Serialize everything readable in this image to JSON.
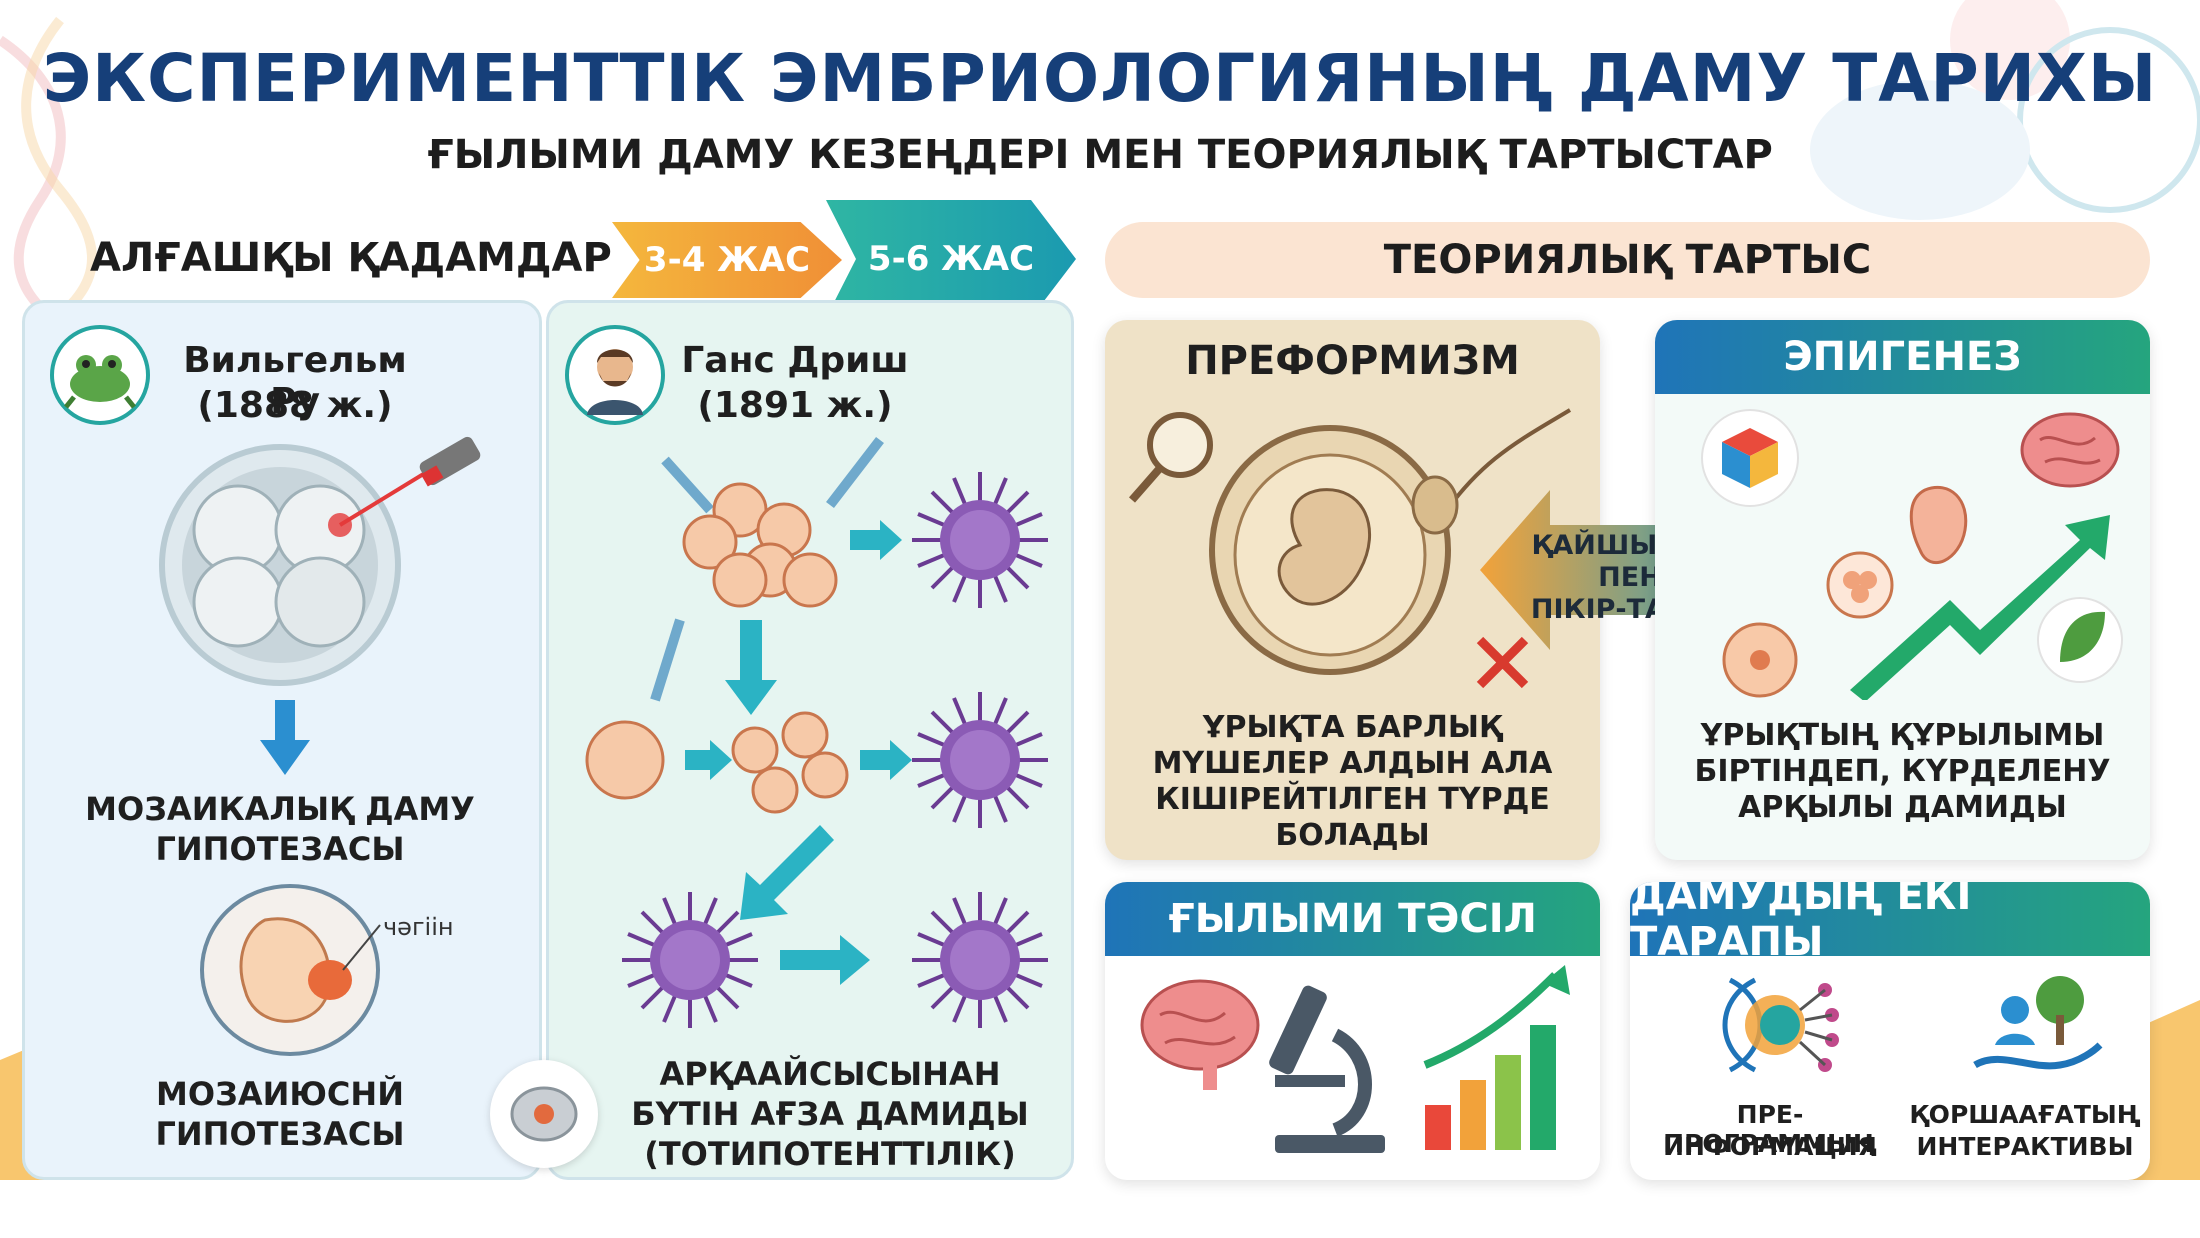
{
  "header": {
    "title": "ЭКСПЕРИМЕНТТІК ЭМБРИОЛОГИЯНЫҢ ДАМУ ТАРИХЫ",
    "subtitle": "ҒЫЛЫМИ ДАМУ КЕЗЕҢДЕРІ МЕН ТЕОРИЯЛЫҚ ТАРТЫСТАР"
  },
  "early_steps": {
    "label": "АЛҒАШҚЫ ҚАДАМДАР",
    "stage_1": "3-4 ЖАС",
    "stage_2": "5-6 ЖАС"
  },
  "roux": {
    "name": "Вильгельм Ру",
    "year": "(1888 ж.)",
    "hypothesis_1_line1": "МОЗАИКАЛЫҚ ДАМУ",
    "hypothesis_1_line2": "ГИПОТЕЗАСЫ",
    "embryo_label": "чәгіін",
    "hypothesis_2_line1": "МОЗАИЮСНЙ",
    "hypothesis_2_line2": "ГИПОТЕЗАСЫ"
  },
  "driesch": {
    "name": "Ганс Дриш",
    "year": "(1891 ж.)",
    "conclusion_line1": "АРҚААЙСЫСЫНАН",
    "conclusion_line2": "БҮТІН АҒЗА ДАМИДЫ",
    "conclusion_line3": "(ТОТИПОТЕНТТІЛІК)"
  },
  "theory": {
    "label": "ТЕОРИЯЛЫҚ ТАРТЫС",
    "preformism": {
      "title": "ПРЕФОРМИЗМ",
      "line1": "ҰРЫҚТА БАРЛЫҚ",
      "line2": "МҮШЕЛЕР АЛДЫН АЛА",
      "line3": "КІШІРЕЙТІЛГЕН ТҮРДЕ",
      "line4": "БОЛАДЫ"
    },
    "debate": {
      "line1": "ҚАЙШЫЛЫҚ",
      "line2": "ПЕН",
      "line3": "ПІКІР-ТАЛАС"
    },
    "epigenesis": {
      "title": "ЭПИГЕНЕЗ",
      "line1": "ҰРЫҚТЫҢ ҚҰРЫЛЫМЫ",
      "line2": "БІРТІНДЕП, КҮРДЕЛЕНУ",
      "line3": "АРҚЫЛЫ ДАМИДЫ"
    }
  },
  "method": {
    "title": "ҒЫЛЫМИ ТӘСІЛ"
  },
  "two_sides": {
    "title": "ДАМУДЫҢ ЕКІ ТАРАПЫ",
    "left_line1": "ПРЕ-ПРОГРАММЫҢ",
    "left_line2": "ИНФОРМАЦИЯ",
    "right_line1": "ҚОРШААҒАТЫҢ",
    "right_line2": "ИНТЕРАКТИВЫ"
  },
  "colors": {
    "title": "#163f79",
    "left_panel": "#e9f3fb",
    "mid_panel": "#e6f5f1",
    "parchment": "#efe2c7",
    "teal": "#25a5a0",
    "blue_head": "#1f74b8",
    "orange": "#f2a23a",
    "urchin": "#7a4a9e"
  },
  "icons": [
    "frog-icon",
    "man-icon",
    "laser-icon",
    "pipette-icon",
    "magnifier-icon",
    "cross-icon",
    "cube-icon",
    "brain-icon",
    "leaf-icon",
    "microscope-icon",
    "bar-chart-icon",
    "tree-hand-icon",
    "dna-head-icon"
  ]
}
